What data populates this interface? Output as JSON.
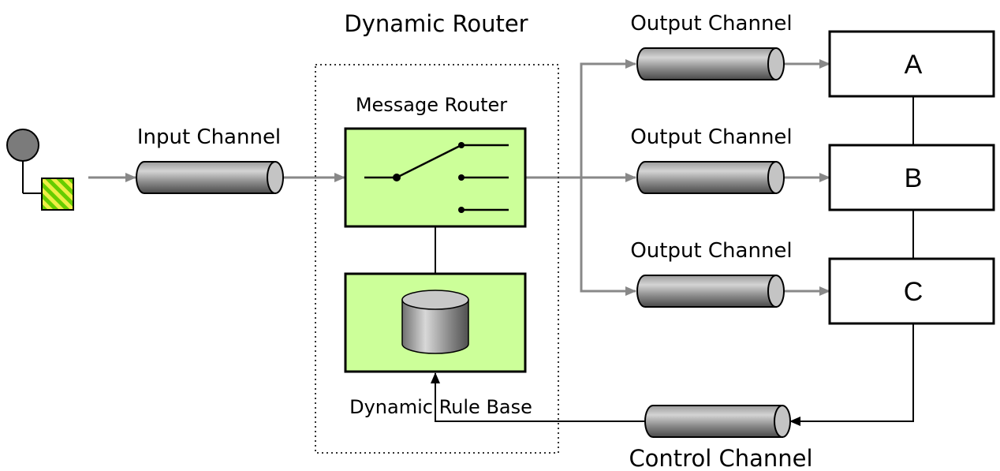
{
  "title": "Dynamic Router",
  "input_channel": {
    "label": "Input Channel"
  },
  "message_router": {
    "label": "Message Router"
  },
  "rule_base": {
    "label": "Dynamic Rule Base"
  },
  "output_channels": [
    {
      "label": "Output Channel"
    },
    {
      "label": "Output Channel"
    },
    {
      "label": "Output Channel"
    }
  ],
  "receivers": [
    {
      "label": "A"
    },
    {
      "label": "B"
    },
    {
      "label": "C"
    }
  ],
  "control_channel": {
    "label": "Control Channel"
  },
  "colors": {
    "router_fill": "#ccff99",
    "pipe_dark": "#555555",
    "pipe_light": "#c4c4c4",
    "connector": "#888888",
    "stripe_green": "#66cc00",
    "stripe_yellow": "#eeee44"
  }
}
